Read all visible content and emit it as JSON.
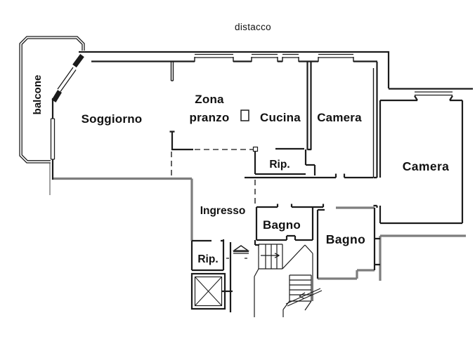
{
  "title": "Apartment floor plan",
  "colors": {
    "background": "#ffffff",
    "wall": "#1b1b1b",
    "heavy_wall": "#7d7d7d",
    "dashed_line": "#3a3a3a"
  },
  "outdoor": {
    "top_label": "distacco",
    "balcony_label": "balcone"
  },
  "rooms": {
    "soggiorno": {
      "label": "Soggiorno"
    },
    "zona_pranzo": {
      "line1": "Zona",
      "line2": "pranzo"
    },
    "cucina": {
      "label": "Cucina"
    },
    "camera_1": {
      "label": "Camera"
    },
    "camera_2": {
      "label": "Camera",
      "bold": true
    },
    "rip_1": {
      "label": "Rip."
    },
    "ingresso": {
      "label": "Ingresso"
    },
    "bagno_1": {
      "label": "Bagno"
    },
    "bagno_2": {
      "label": "Bagno",
      "bold": true
    },
    "rip_2": {
      "label": "Rip."
    }
  },
  "fixtures": [
    "elevator-icon",
    "staircase-icon",
    "entrance-door-icon",
    "boiler-icon",
    "window-icon",
    "balcony-door-icon"
  ]
}
